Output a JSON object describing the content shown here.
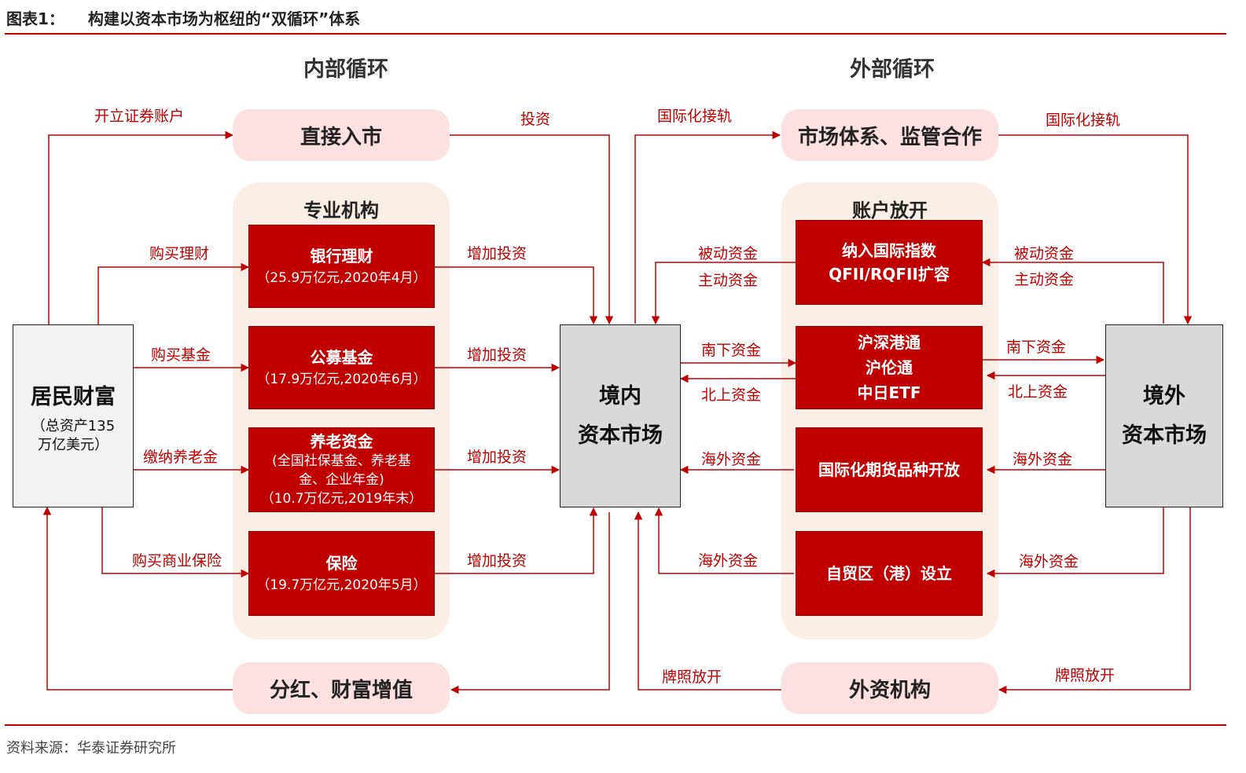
{
  "header": {
    "figure_no": "图表1：",
    "title": "构建以资本市场为枢纽的“双循环”体系"
  },
  "source": "资料来源：华泰证券研究所",
  "sections": {
    "inner": "内部循环",
    "outer": "外部循环"
  },
  "inner": {
    "top_pill": "直接入市",
    "panel_title": "专业机构",
    "boxes": [
      {
        "name": "银行理财",
        "sub": "（25.9万亿元,2020年4月）"
      },
      {
        "name": "公募基金",
        "sub": "（17.9万亿元,2020年6月）"
      },
      {
        "name": "养老资金",
        "sub1": "(全国社保基金、养老基",
        "sub2": "金、企业年金)",
        "sub3": "（10.7万亿元,2019年末）"
      },
      {
        "name": "保险",
        "sub": "（19.7万亿元,2020年5月）"
      }
    ],
    "bottom_pill": "分红、财富增值"
  },
  "outer": {
    "top_pill": "市场体系、监管合作",
    "panel_title": "账户放开",
    "boxes": [
      {
        "line1": "纳入国际指数",
        "line2": "QFII/RQFII扩容"
      },
      {
        "line1": "沪深港通",
        "line2": "沪伦通",
        "line3": "中日ETF"
      },
      {
        "line1": "国际化期货品种开放"
      },
      {
        "line1": "自贸区（港）设立"
      }
    ],
    "bottom_pill": "外资机构"
  },
  "nodes": {
    "resident": {
      "name": "居民财富",
      "sub1": "（总资产135",
      "sub2": "万亿美元）"
    },
    "domestic": {
      "line1": "境内",
      "line2": "资本市场"
    },
    "foreign": {
      "line1": "境外",
      "line2": "资本市场"
    }
  },
  "labels": {
    "open_account": "开立证券账户",
    "invest": "投资",
    "buy_wealth": "购买理财",
    "buy_fund": "购买基金",
    "pay_pension": "缴纳养老金",
    "buy_insurance": "购买商业保险",
    "add_invest": "增加投资",
    "intl_track_left": "国际化接轨",
    "intl_track_right": "国际化接轨",
    "passive_left": "被动资金",
    "active_left": "主动资金",
    "passive_right": "被动资金",
    "active_right": "主动资金",
    "south_left": "南下资金",
    "north_left": "北上资金",
    "south_right": "南下资金",
    "north_right": "北上资金",
    "overseas_1_left": "海外资金",
    "overseas_1_right": "海外资金",
    "overseas_2_left": "海外资金",
    "overseas_2_right": "海外资金",
    "license_left": "牌照放开",
    "license_right": "牌照放开"
  },
  "colors": {
    "accent": "#c00000",
    "panel": "#fbeee6",
    "pill": "#fde0e1",
    "node": "#d9d9d9"
  }
}
